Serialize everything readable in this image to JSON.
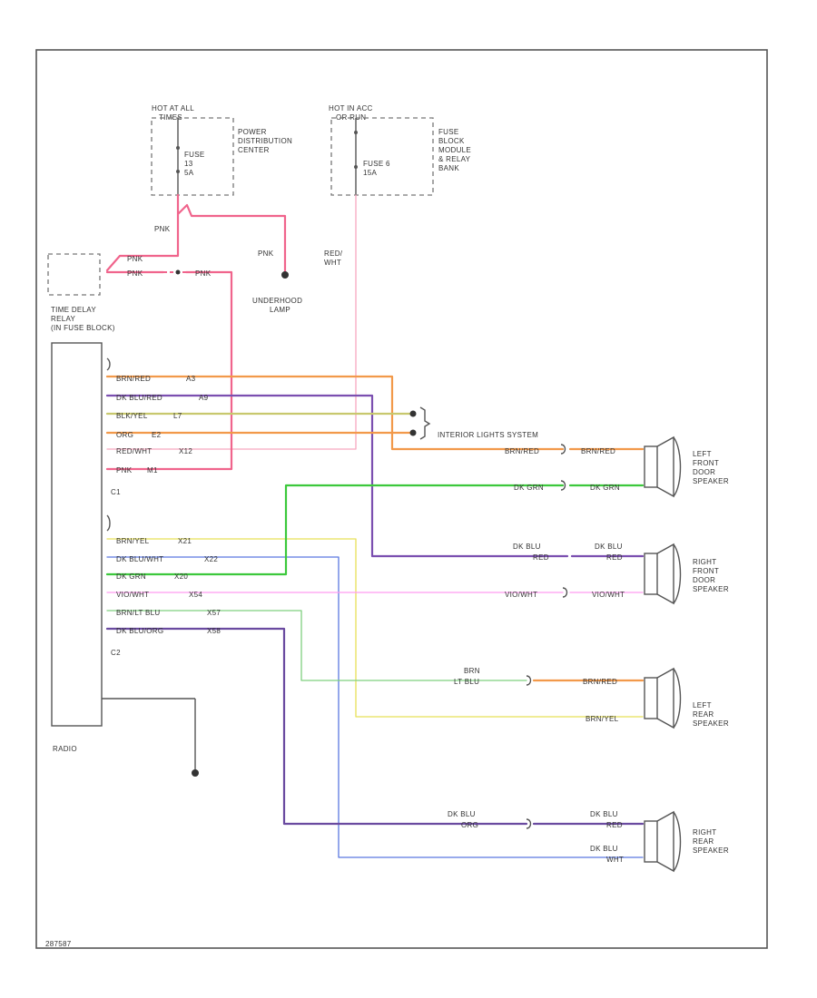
{
  "frame": {
    "code": "287587"
  },
  "colors": {
    "pink": "#f0648c",
    "pink_light": "#f7a8bf",
    "orange": "#f2994a",
    "purple": "#7b4fb0",
    "olive": "#c8c86e",
    "green": "#3cc83c",
    "yellow": "#e8e058",
    "blue": "#5a78e0",
    "magenta": "#ff9cf0",
    "ltgreen": "#7fd07f",
    "violet": "#6a4aa0",
    "gray": "#555555"
  },
  "sources": {
    "left": {
      "header": [
        "HOT AT ALL",
        "TIMES"
      ],
      "name": [
        "POWER",
        "DISTRIBUTION",
        "CENTER"
      ],
      "fuse": [
        "FUSE",
        "13",
        "5A"
      ]
    },
    "right": {
      "header": [
        "HOT IN ACC",
        "OR RUN"
      ],
      "name": [
        "FUSE",
        "BLOCK",
        "MODULE",
        "& RELAY",
        "BANK"
      ],
      "fuse": [
        "FUSE 6",
        "15A"
      ]
    }
  },
  "wires_top": {
    "pnk_a": "PNK",
    "pnk_b": "PNK",
    "pnk_c": "PNK",
    "pnk_d": "PNK",
    "pnk_e": "PNK",
    "red_wht": [
      "RED/",
      "WHT"
    ]
  },
  "relay": {
    "label": [
      "TIME DELAY",
      "RELAY",
      "(IN FUSE BLOCK)"
    ]
  },
  "lamp": {
    "label": [
      "UNDERHOOD",
      "LAMP"
    ]
  },
  "radio": {
    "label": "RADIO",
    "c1": "C1",
    "c2": "C2",
    "c1_pins": [
      {
        "color": "BRN/RED",
        "pin": "A3"
      },
      {
        "color": "DK BLU/RED",
        "pin": "A9"
      },
      {
        "color": "BLK/YEL",
        "pin": "L7"
      },
      {
        "color": "ORG",
        "pin": "E2"
      },
      {
        "color": "RED/WHT",
        "pin": "X12"
      },
      {
        "color": "PNK",
        "pin": "M1"
      }
    ],
    "c2_pins": [
      {
        "color": "BRN/YEL",
        "pin": "X21"
      },
      {
        "color": "DK BLU/WHT",
        "pin": "X22"
      },
      {
        "color": "DK GRN",
        "pin": "X20"
      },
      {
        "color": "VIO/WHT",
        "pin": "X54"
      },
      {
        "color": "BRN/LT BLU",
        "pin": "X57"
      },
      {
        "color": "DK BLU/ORG",
        "pin": "X58"
      }
    ]
  },
  "interior": {
    "label": "INTERIOR LIGHTS SYSTEM"
  },
  "speakers": {
    "lf": {
      "label": [
        "LEFT",
        "FRONT",
        "DOOR",
        "SPEAKER"
      ],
      "w1_in": "BRN/RED",
      "w1_out": "BRN/RED",
      "w2_in": "DK GRN",
      "w2_out": "DK GRN"
    },
    "rf": {
      "label": [
        "RIGHT",
        "FRONT",
        "DOOR",
        "SPEAKER"
      ],
      "w1_in": [
        "DK BLU",
        "RED"
      ],
      "w1_out": [
        "DK BLU",
        "RED"
      ],
      "w2_in": "VIO/WHT",
      "w2_out": "VIO/WHT"
    },
    "lr": {
      "label": [
        "LEFT",
        "REAR",
        "SPEAKER"
      ],
      "w1_in": [
        "BRN",
        "LT BLU"
      ],
      "w1_out": "BRN/RED",
      "w2_out": "BRN/YEL"
    },
    "rr": {
      "label": [
        "RIGHT",
        "REAR",
        "SPEAKER"
      ],
      "w1_in": [
        "DK BLU",
        "ORG"
      ],
      "w1_out": [
        "DK BLU",
        "RED"
      ],
      "w2_out": [
        "DK BLU",
        "WHT"
      ]
    }
  }
}
